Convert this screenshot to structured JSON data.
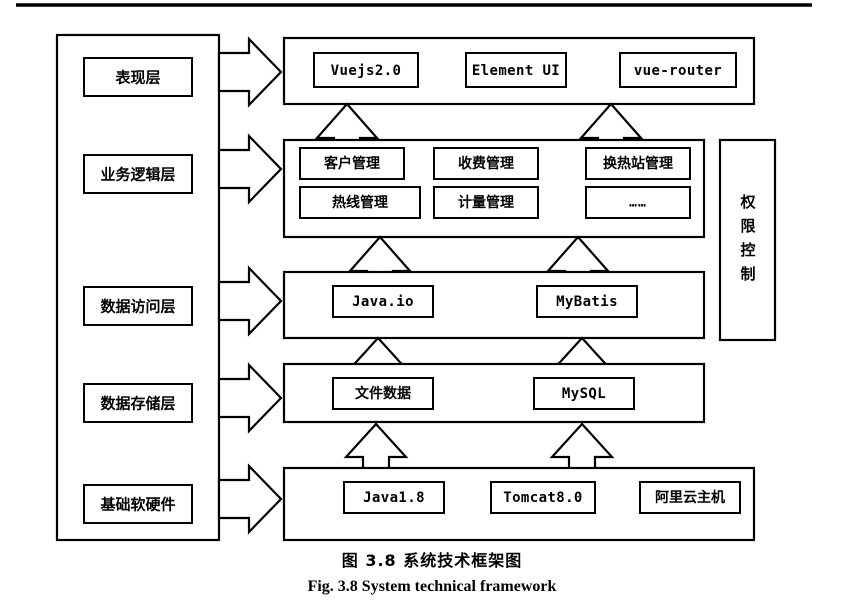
{
  "page": {
    "top_rule": true,
    "background": "#ffffff",
    "ink": "#000000"
  },
  "layers_panel": {
    "name": "layer-name-column",
    "items": [
      {
        "id": "presentation",
        "label": "表现层"
      },
      {
        "id": "business-logic",
        "label": "业务逻辑层"
      },
      {
        "id": "data-access",
        "label": "数据访问层"
      },
      {
        "id": "data-storage",
        "label": "数据存储层"
      },
      {
        "id": "infrastructure",
        "label": "基础软硬件"
      }
    ]
  },
  "tiers": [
    {
      "id": "presentation-tier",
      "rows": [
        [
          {
            "id": "vuejs",
            "label": "Vuejs2.0",
            "script": "mono"
          },
          {
            "id": "element-ui",
            "label": "Element UI",
            "script": "mono"
          },
          {
            "id": "vue-router",
            "label": "vue-router",
            "script": "mono"
          }
        ]
      ]
    },
    {
      "id": "business-tier",
      "rows": [
        [
          {
            "id": "customer-mgmt",
            "label": "客户管理",
            "script": "cjk"
          },
          {
            "id": "charging-mgmt",
            "label": "收费管理",
            "script": "cjk"
          },
          {
            "id": "heat-station-mgmt",
            "label": "换热站管理",
            "script": "cjk"
          }
        ],
        [
          {
            "id": "hotline-mgmt",
            "label": "热线管理",
            "script": "cjk"
          },
          {
            "id": "metering-mgmt",
            "label": "计量管理",
            "script": "cjk"
          },
          {
            "id": "more-ellipsis",
            "label": "……",
            "script": "dots"
          }
        ]
      ]
    },
    {
      "id": "data-access-tier",
      "rows": [
        [
          {
            "id": "java-io",
            "label": "Java.io",
            "script": "mono"
          },
          {
            "id": "mybatis",
            "label": "MyBatis",
            "script": "mono"
          }
        ]
      ]
    },
    {
      "id": "data-storage-tier",
      "rows": [
        [
          {
            "id": "file-data",
            "label": "文件数据",
            "script": "cjk"
          },
          {
            "id": "mysql",
            "label": "MySQL",
            "script": "mono"
          }
        ]
      ]
    },
    {
      "id": "infrastructure-tier",
      "rows": [
        [
          {
            "id": "java18",
            "label": "Java1.8",
            "script": "mono"
          },
          {
            "id": "tomcat80",
            "label": "Tomcat8.0",
            "script": "mono"
          },
          {
            "id": "aliyun-host",
            "label": "阿里云主机",
            "script": "cjk"
          }
        ]
      ]
    }
  ],
  "side_panel": {
    "id": "permission-control",
    "label": "权限控制",
    "chars": [
      "权",
      "限",
      "控",
      "制"
    ]
  },
  "caption": {
    "chinese": "图 3.8  系统技术框架图",
    "english": "Fig. 3.8 System technical framework"
  }
}
